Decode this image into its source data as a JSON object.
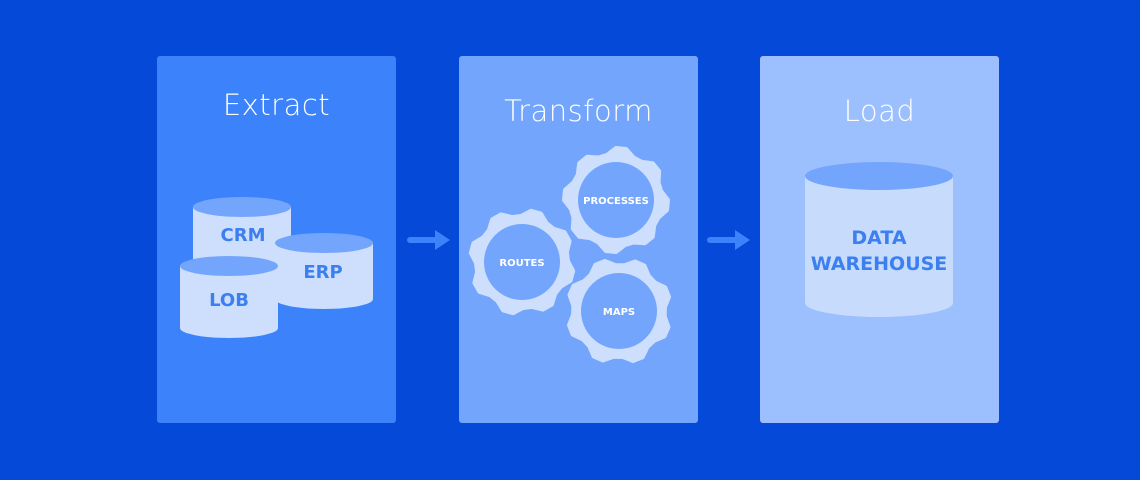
{
  "diagram": {
    "colors": {
      "background": "#0549d8",
      "extract_panel": "#3c82fb",
      "transform_panel": "#74a5fc",
      "load_panel": "#9cc0fd",
      "shape_fill": "#cddffd",
      "label_blue": "#3b7ff0"
    },
    "stages": [
      {
        "title": "Extract",
        "sources": [
          "CRM",
          "ERP",
          "LOB"
        ]
      },
      {
        "title": "Transform",
        "gears": [
          "PROCESSES",
          "ROUTES",
          "MAPS"
        ]
      },
      {
        "title": "Load",
        "target": {
          "line1": "DATA",
          "line2": "WAREHOUSE"
        }
      }
    ],
    "arrows": [
      "extract-to-transform",
      "transform-to-load"
    ]
  }
}
